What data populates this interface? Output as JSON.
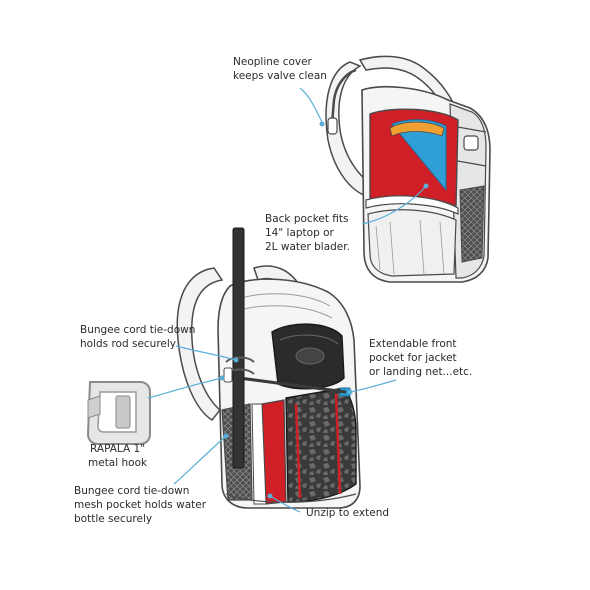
{
  "callouts": {
    "neoprene_cover": [
      "Neopline cover",
      "keeps valve clean"
    ],
    "back_pocket": [
      "Back pocket fits",
      "14\" laptop or",
      "2L water blader."
    ],
    "bungee_rod": [
      "Bungee cord tie-down",
      "holds rod securely"
    ],
    "front_pocket": [
      "Extendable front",
      "pocket for jacket",
      "or landing net...etc."
    ],
    "rapala_hook": [
      "RAPALA 1\"",
      "metal hook"
    ],
    "bungee_mesh": [
      "Bungee cord tie-down",
      "mesh pocket holds water",
      "bottle securely"
    ],
    "unzip": [
      "Unzip to extend"
    ]
  },
  "colors": {
    "outline": "#4a4a4a",
    "leader": "#5aaed8",
    "red": "#d01f26",
    "blue": "#2f9fd8",
    "orange": "#f0a030",
    "dark": "#2b2b2b",
    "mesh": "#555555",
    "rod": "#333333"
  }
}
